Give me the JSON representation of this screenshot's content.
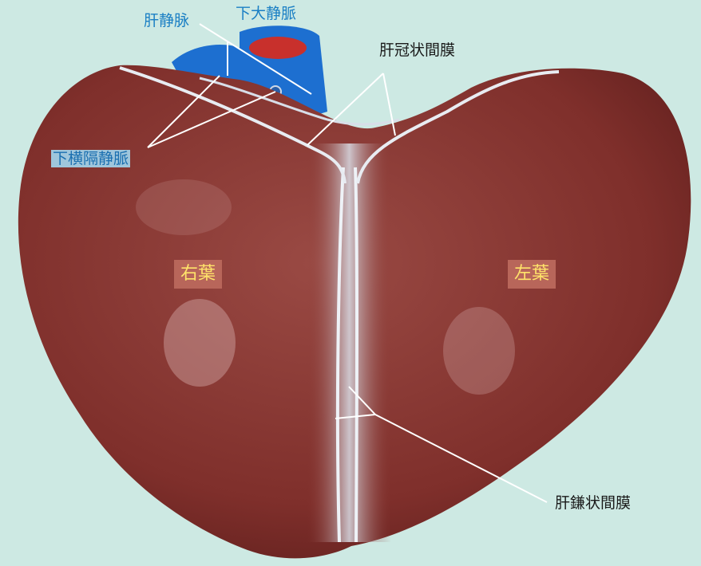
{
  "labels": {
    "hepatic_vein": "肝静脉",
    "ivc": "下大静脈",
    "coronary_ligament": "肝冠状間膜",
    "inferior_phrenic_vein": "下横隔静脈",
    "right_lobe": "右葉",
    "left_lobe": "左葉",
    "falciform_ligament": "肝鎌状間膜"
  },
  "colors": {
    "background": "#cde9e3",
    "liver": "#8a3a34",
    "vessel": "#1d6fd0",
    "label_blue": "#1a7fc4",
    "lobe_text": "#ffe36a"
  }
}
